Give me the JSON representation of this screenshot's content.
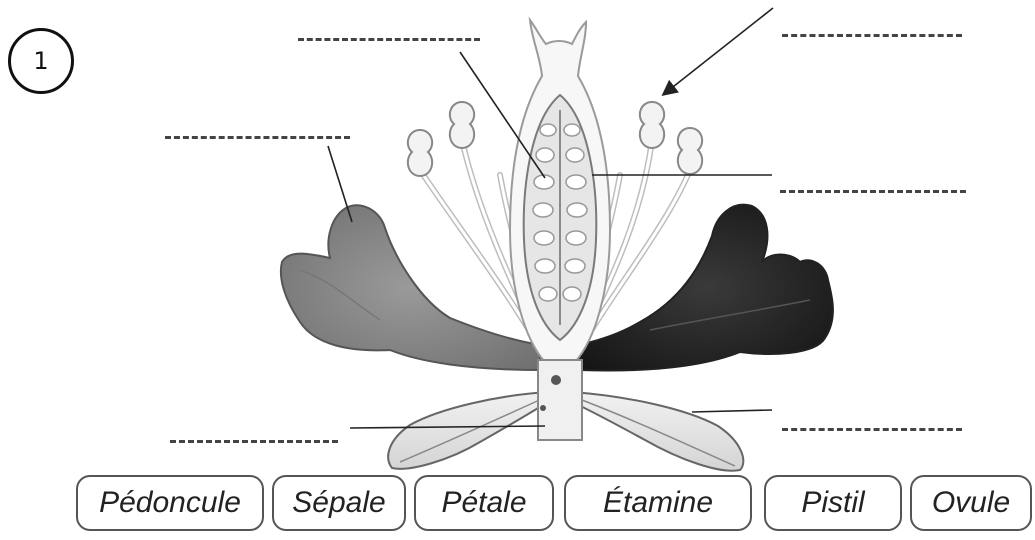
{
  "exercise_number": "1",
  "word_bank": [
    "Pédoncule",
    "Sépale",
    "Pétale",
    "Étamine",
    "Pistil",
    "Ovule"
  ],
  "diagram": {
    "blank_count": 6,
    "parts_drawn": [
      "pistil",
      "ovules",
      "stamens",
      "anthers",
      "petals",
      "sepals",
      "peduncle"
    ]
  }
}
